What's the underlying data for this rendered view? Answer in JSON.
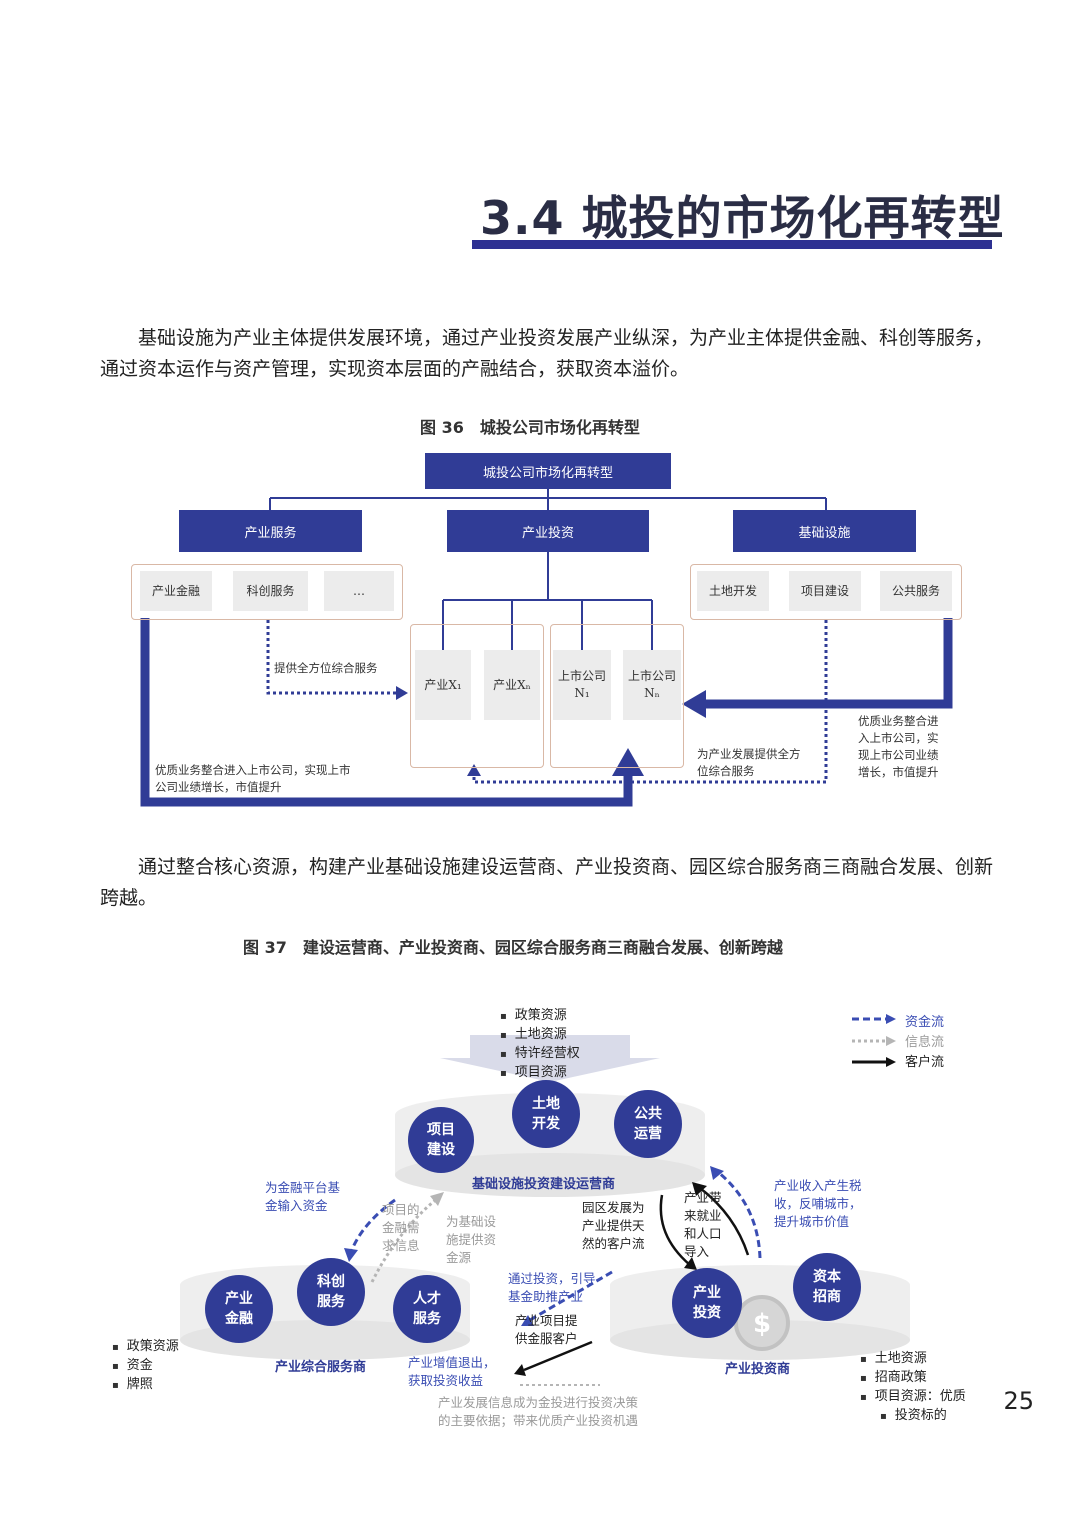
{
  "section_title": "3.4 城投的市场化再转型",
  "paragraph1": "基础设施为产业主体提供发展环境，通过产业投资发展产业纵深，为产业主体提供金融、科创等服务，通过资本运作与资产管理，实现资本层面的产融结合，获取资本溢价。",
  "figure36": {
    "caption": "图 36　城投公司市场化再转型",
    "top_box": "城投公司市场化再转型",
    "branches": [
      "产业服务",
      "产业投资",
      "基础设施"
    ],
    "service_items": [
      "产业金融",
      "科创服务",
      "…"
    ],
    "infra_items": [
      "土地开发",
      "项目建设",
      "公共服务"
    ],
    "invest_items": {
      "x1": "产业X₁",
      "xn": "产业Xₙ",
      "n1_line1": "上市公司",
      "n1_line2": "N₁",
      "nn_line1": "上市公司",
      "nn_line2": "Nₙ"
    },
    "note_full_service": "提供全方位综合服务",
    "note_left_bottom_1": "优质业务整合进入上市公司，实现上市",
    "note_left_bottom_2": "公司业绩增长，市值提升",
    "note_center_1": "为产业发展提供全方",
    "note_center_2": "位综合服务",
    "note_right_1": "优质业务整合进",
    "note_right_2": "入上市公司，实",
    "note_right_3": "现上市公司业绩",
    "note_right_4": "增长，市值提升"
  },
  "paragraph2": "通过整合核心资源，构建产业基础设施建设运营商、产业投资商、园区综合服务商三商融合发展、创新跨越。",
  "figure37": {
    "caption": "图 37　建设运营商、产业投资商、园区综合服务商三商融合发展、创新跨越",
    "top_resources": [
      "政策资源",
      "土地资源",
      "特许经营权",
      "项目资源"
    ],
    "legend": [
      "资金流",
      "信息流",
      "客户流"
    ],
    "infra_circles": {
      "c1": "项目\n建设",
      "c2": "土地\n开发",
      "c3": "公共\n运营"
    },
    "infra_label": "基础设施投资建设运营商",
    "service_circles": {
      "c1": "产业\n金融",
      "c2": "科创\n服务",
      "c3": "人才\n服务"
    },
    "service_label": "产业综合服务商",
    "invest_circles": {
      "c1": "产业\n投资",
      "c2": "资本\n招商"
    },
    "invest_label": "产业投资商",
    "left_resources": [
      "政策资源",
      "资金",
      "牌照"
    ],
    "right_resources": [
      "土地资源",
      "招商政策",
      "项目资源：优质",
      "投资标的"
    ],
    "t_fin_platform_1": "为金融平台基",
    "t_fin_platform_2": "金输入资金",
    "t_project_info_1": "项目的",
    "t_project_info_2": "金融需",
    "t_project_info_3": "求信息",
    "t_infra_supply_1": "为基础设",
    "t_infra_supply_2": "施提供资",
    "t_infra_supply_3": "金源",
    "t_park_1": "园区发展为",
    "t_park_2": "产业提供天",
    "t_park_3": "然的客户流",
    "t_jobs_1": "产业带",
    "t_jobs_2": "来就业",
    "t_jobs_3": "和人口",
    "t_jobs_4": "导入",
    "t_tax_1": "产业收入产生税",
    "t_tax_2": "收，反哺城市，",
    "t_tax_3": "提升城市价值",
    "t_invest_guide_1": "通过投资，引导",
    "t_invest_guide_2": "基金助推产业",
    "t_project_fin_1": "产业项目提",
    "t_project_fin_2": "供金服客户",
    "t_exit_1": "产业增值退出，",
    "t_exit_2": "获取投资收益",
    "t_bottom_1": "产业发展信息成为金投进行投资决策",
    "t_bottom_2": "的主要依据；带来优质产业投资机遇"
  },
  "page_number": "25",
  "colors": {
    "navy": "#303c96",
    "title_bar": "#2e3192",
    "blue_text": "#3a4db3"
  }
}
